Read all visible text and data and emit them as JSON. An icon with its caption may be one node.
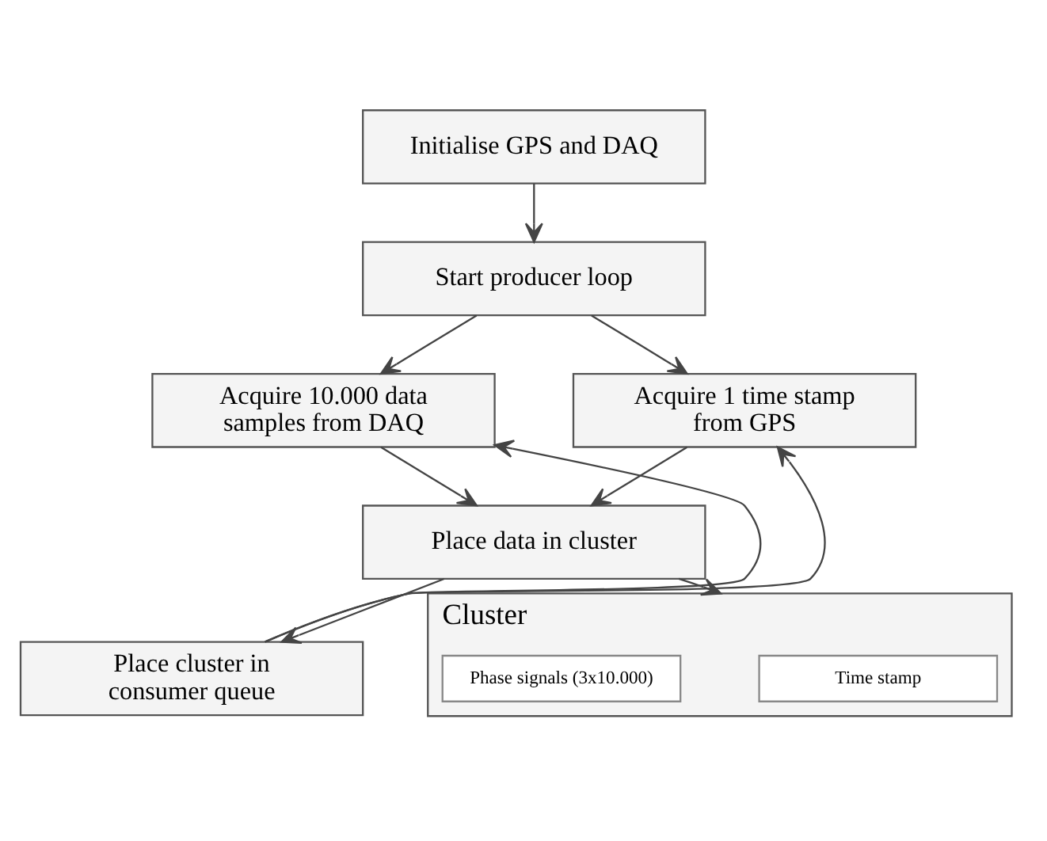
{
  "diagram": {
    "nodes": [
      {
        "text": [
          "Initialise GPS and DAQ"
        ]
      },
      {
        "text": [
          "Start producer loop"
        ]
      },
      {
        "text": [
          "Acquire 10.000 data samples from DAQ"
        ]
      },
      {
        "text": [
          "Acquire 1 time stamp from GPS"
        ]
      },
      {
        "text": [
          "Place data in cluster"
        ]
      },
      {
        "text": [
          "Place cluster in consumer queue"
        ]
      },
      {
        "text": [
          "Cluster"
        ]
      },
      {
        "text": [
          "Time stamp"
        ],
        "in": 6
      },
      {
        "text": [
          "Phase signals (3x10.000)"
        ],
        "in": 6
      }
    ],
    "edges": [
      {
        "from": 0,
        "to": 1,
        "arrow": "to"
      },
      {
        "from": 1,
        "to": 2,
        "arrow": "to"
      },
      {
        "from": 1,
        "to": 3,
        "arrow": "to"
      },
      {
        "from": 2,
        "to": 4,
        "arrow": "to"
      },
      {
        "from": 3,
        "to": 4,
        "arrow": "to"
      },
      {
        "from": 4,
        "to": 5,
        "arrow": "to"
      },
      {
        "from": 5,
        "to": 2,
        "arrow": "to"
      },
      {
        "from": 5,
        "to": 3,
        "arrow": "to"
      },
      {
        "from": 4,
        "to": 6,
        "arrow": "to"
      }
    ]
  }
}
